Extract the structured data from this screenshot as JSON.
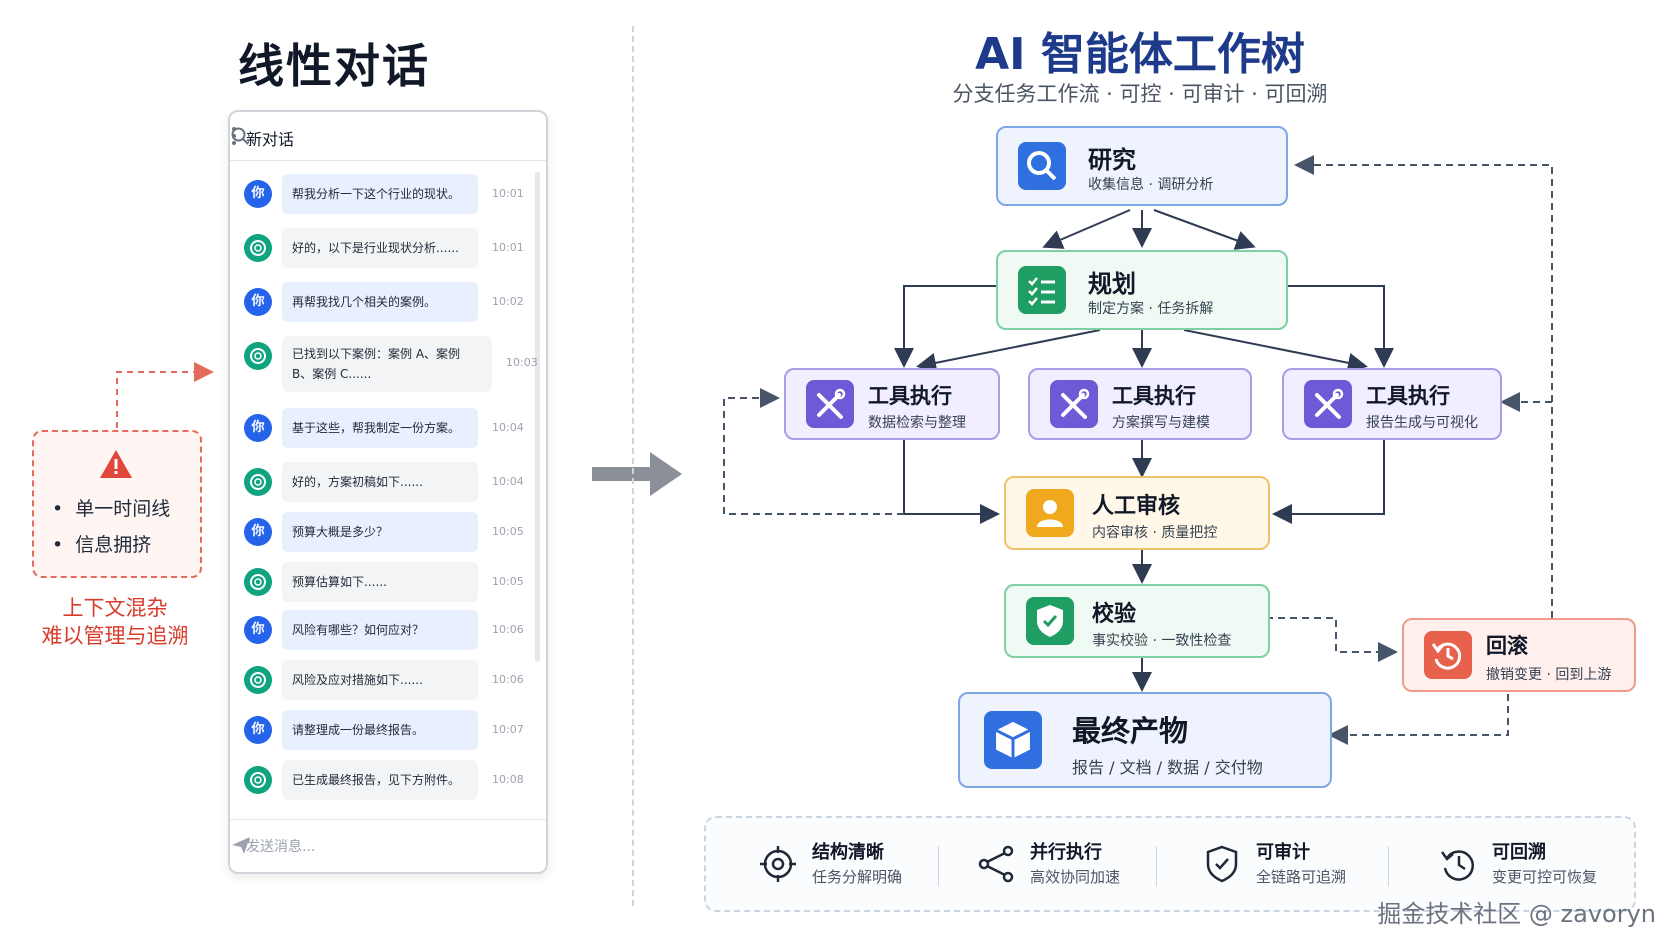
{
  "left": {
    "title": "线性对话",
    "chat": {
      "header_title": "新对话",
      "input_placeholder": "发送消息...",
      "messages": [
        {
          "role": "user",
          "avatar": "你",
          "text": "帮我分析一下这个行业的现状。",
          "time": "10:01"
        },
        {
          "role": "ai",
          "text": "好的，以下是行业现状分析......",
          "time": "10:01"
        },
        {
          "role": "user",
          "avatar": "你",
          "text": "再帮我找几个相关的案例。",
          "time": "10:02"
        },
        {
          "role": "ai",
          "text": "已找到以下案例：案例 A、案例 B、案例 C......",
          "time": "10:03"
        },
        {
          "role": "user",
          "avatar": "你",
          "text": "基于这些，帮我制定一份方案。",
          "time": "10:04"
        },
        {
          "role": "ai",
          "text": "好的，方案初稿如下......",
          "time": "10:04"
        },
        {
          "role": "user",
          "avatar": "你",
          "text": "预算大概是多少？",
          "time": "10:05"
        },
        {
          "role": "ai",
          "text": "预算估算如下......",
          "time": "10:05"
        },
        {
          "role": "user",
          "avatar": "你",
          "text": "风险有哪些？如何应对？",
          "time": "10:06"
        },
        {
          "role": "ai",
          "text": "风险及应对措施如下......",
          "time": "10:06"
        },
        {
          "role": "user",
          "avatar": "你",
          "text": "请整理成一份最终报告。",
          "time": "10:07"
        },
        {
          "role": "ai",
          "text": "已生成最终报告，见下方附件。",
          "time": "10:08"
        }
      ]
    },
    "warning": {
      "items": [
        "单一时间线",
        "信息拥挤"
      ],
      "caption_line1": "上下文混杂",
      "caption_line2": "难以管理与追溯"
    }
  },
  "right": {
    "title": "AI 智能体工作树",
    "subtitle": "分支任务工作流 · 可控 · 可审计 · 可回溯",
    "nodes": {
      "research": {
        "title": "研究",
        "sub": "收集信息 · 调研分析",
        "icon": "search-icon"
      },
      "plan": {
        "title": "规划",
        "sub": "制定方案 · 任务拆解",
        "icon": "checklist-icon"
      },
      "tool1": {
        "title": "工具执行",
        "sub": "数据检索与整理",
        "icon": "tools-icon"
      },
      "tool2": {
        "title": "工具执行",
        "sub": "方案撰写与建模",
        "icon": "tools-icon"
      },
      "tool3": {
        "title": "工具执行",
        "sub": "报告生成与可视化",
        "icon": "tools-icon"
      },
      "review": {
        "title": "人工审核",
        "sub": "内容审核 · 质量把控",
        "icon": "person-icon"
      },
      "verify": {
        "title": "校验",
        "sub": "事实校验 · 一致性检查",
        "icon": "shield-check-icon"
      },
      "final": {
        "title": "最终产物",
        "sub": "报告 / 文档 / 数据 / 交付物",
        "icon": "box-icon"
      },
      "rollback": {
        "title": "回滚",
        "sub": "撤销变更 · 回到上游",
        "icon": "rollback-icon"
      }
    },
    "features": [
      {
        "title": "结构清晰",
        "sub": "任务分解明确",
        "icon": "target-icon"
      },
      {
        "title": "并行执行",
        "sub": "高效协同加速",
        "icon": "branch-icon"
      },
      {
        "title": "可审计",
        "sub": "全链路可追溯",
        "icon": "shield-icon"
      },
      {
        "title": "可回溯",
        "sub": "变更可控可恢复",
        "icon": "history-icon"
      }
    ],
    "colors": {
      "blue": "#2f6fe0",
      "green": "#1e9e62",
      "purple": "#6c5ad6",
      "yellow": "#f0a91c",
      "red": "#e8614d",
      "navy": "#1e3a8a"
    }
  },
  "watermark": "掘金技术社区 @ zavoryn"
}
